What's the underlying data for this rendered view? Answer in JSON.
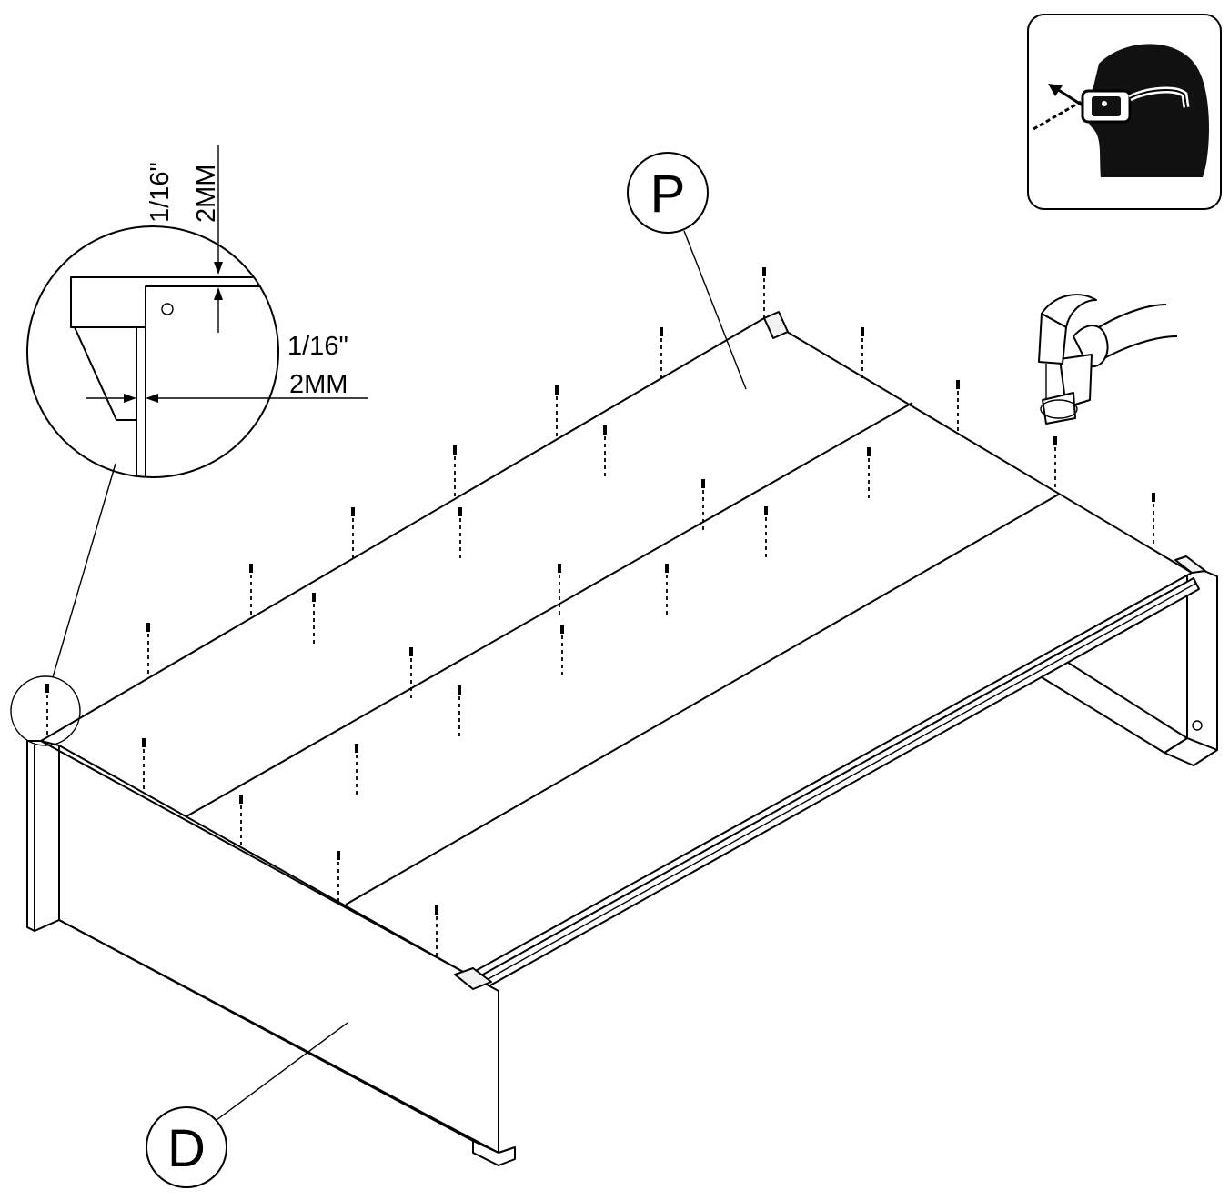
{
  "labels": {
    "top_panel": "P",
    "side_panel": "D"
  },
  "detail": {
    "vertical_gap_fraction": "1/16\"",
    "vertical_gap_metric": "2MM",
    "horizontal_gap_fraction": "1/16\"",
    "horizontal_gap_metric": "2MM"
  },
  "icons": {
    "safety": "safety-goggles-icon",
    "tool": "hammer-icon"
  },
  "colors": {
    "ink": "#000000",
    "paper": "#ffffff"
  }
}
